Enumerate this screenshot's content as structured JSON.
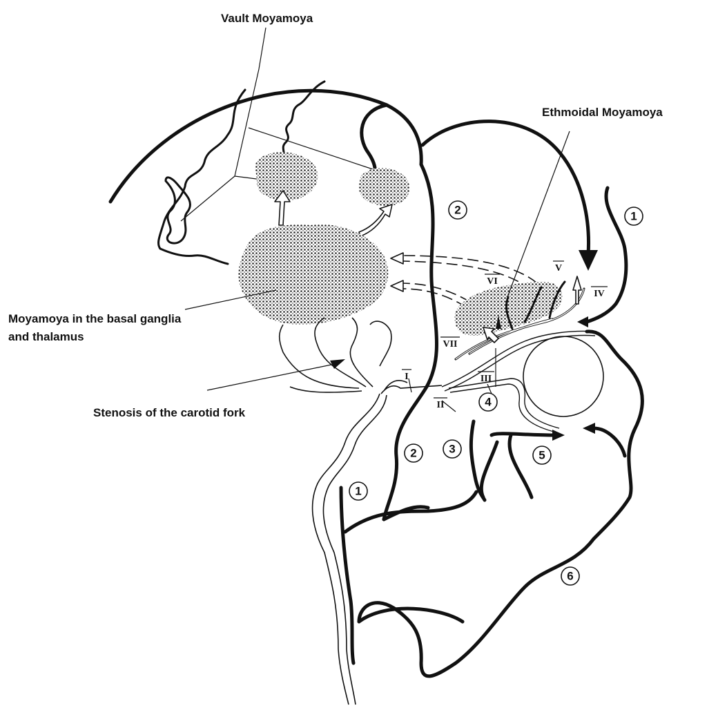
{
  "labels": {
    "vault": "Vault Moyamoya",
    "ethmoidal": "Ethmoidal Moyamoya",
    "basal_line1": "Moyamoya in the basal ganglia",
    "basal_line2": "and thalamus",
    "stenosis": "Stenosis of the carotid fork"
  },
  "numbers": {
    "n1_top": "1",
    "n2_upper": "2",
    "n2_lower": "2",
    "n1_lower": "1",
    "n3": "3",
    "n4": "4",
    "n5": "5",
    "n6": "6"
  },
  "roman": {
    "I": "I",
    "II": "II",
    "III": "III",
    "IV": "IV",
    "V": "V",
    "VI": "VI",
    "VII": "VII"
  }
}
